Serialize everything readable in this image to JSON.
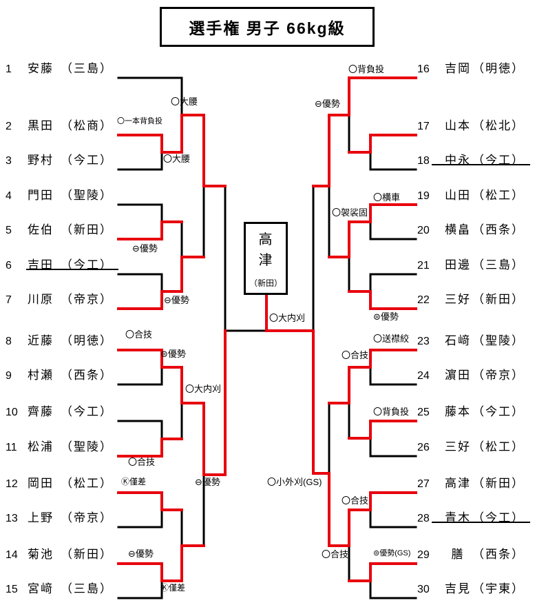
{
  "title": "選手権 男子 66kg級",
  "colors": {
    "winner_path": "#e8000d",
    "line": "#000000"
  },
  "champion": {
    "name": "高津",
    "school": "（新田）"
  },
  "entries_left": [
    {
      "no": "1",
      "name": "安藤",
      "school": "（三島）",
      "withdrawn": false,
      "first_line_red": false
    },
    {
      "no": "2",
      "name": "黒田",
      "school": "（松商）",
      "withdrawn": false,
      "first_line_red": true
    },
    {
      "no": "3",
      "name": "野村",
      "school": "（今工）",
      "withdrawn": false,
      "first_line_red": false
    },
    {
      "no": "4",
      "name": "門田",
      "school": "（聖陵）",
      "withdrawn": false,
      "first_line_red": false
    },
    {
      "no": "5",
      "name": "佐伯",
      "school": "（新田）",
      "withdrawn": false,
      "first_line_red": true
    },
    {
      "no": "6",
      "name": "吉田",
      "school": "（今工）",
      "withdrawn": true,
      "first_line_red": false
    },
    {
      "no": "7",
      "name": "川原",
      "school": "（帝京）",
      "withdrawn": false,
      "first_line_red": true
    },
    {
      "no": "8",
      "name": "近藤",
      "school": "（明徳）",
      "withdrawn": false,
      "first_line_red": true
    },
    {
      "no": "9",
      "name": "村瀬",
      "school": "（西条）",
      "withdrawn": false,
      "first_line_red": false
    },
    {
      "no": "10",
      "name": "齊藤",
      "school": "（今工）",
      "withdrawn": false,
      "first_line_red": false
    },
    {
      "no": "11",
      "name": "松浦",
      "school": "（聖陵）",
      "withdrawn": false,
      "first_line_red": true
    },
    {
      "no": "12",
      "name": "岡田",
      "school": "（松工）",
      "withdrawn": false,
      "first_line_red": true
    },
    {
      "no": "13",
      "name": "上野",
      "school": "（帝京）",
      "withdrawn": false,
      "first_line_red": false
    },
    {
      "no": "14",
      "name": "菊池",
      "school": "（新田）",
      "withdrawn": false,
      "first_line_red": true
    },
    {
      "no": "15",
      "name": "宮﨑",
      "school": "（三島）",
      "withdrawn": false,
      "first_line_red": false
    }
  ],
  "entries_right": [
    {
      "no": "16",
      "name": "吉岡",
      "school": "（明徳）",
      "withdrawn": false,
      "first_line_red": true
    },
    {
      "no": "17",
      "name": "山本",
      "school": "（松北）",
      "withdrawn": false,
      "first_line_red": true
    },
    {
      "no": "18",
      "name": "中永",
      "school": "（今工）",
      "withdrawn": true,
      "first_line_red": false
    },
    {
      "no": "19",
      "name": "山田",
      "school": "（松工）",
      "withdrawn": false,
      "first_line_red": true
    },
    {
      "no": "20",
      "name": "横畠",
      "school": "（西条）",
      "withdrawn": false,
      "first_line_red": false
    },
    {
      "no": "21",
      "name": "田邊",
      "school": "（三島）",
      "withdrawn": false,
      "first_line_red": false
    },
    {
      "no": "22",
      "name": "三好",
      "school": "（新田）",
      "withdrawn": false,
      "first_line_red": true
    },
    {
      "no": "23",
      "name": "石﨑",
      "school": "（聖陵）",
      "withdrawn": false,
      "first_line_red": true
    },
    {
      "no": "24",
      "name": "濵田",
      "school": "（帝京）",
      "withdrawn": false,
      "first_line_red": false
    },
    {
      "no": "25",
      "name": "藤本",
      "school": "（今工）",
      "withdrawn": false,
      "first_line_red": true
    },
    {
      "no": "26",
      "name": "三好",
      "school": "（松工）",
      "withdrawn": false,
      "first_line_red": false
    },
    {
      "no": "27",
      "name": "高津",
      "school": "（新田）",
      "withdrawn": false,
      "first_line_red": true
    },
    {
      "no": "28",
      "name": "青木",
      "school": "（今工）",
      "withdrawn": true,
      "first_line_red": false
    },
    {
      "no": "29",
      "name": "膳",
      "school": "（西条）",
      "withdrawn": false,
      "first_line_red": true
    },
    {
      "no": "30",
      "name": "吉見",
      "school": "（宇東）",
      "withdrawn": false,
      "first_line_red": false
    }
  ],
  "techniques": {
    "l_r1_2v3": "〇一本背負投",
    "l_r2_1": "〇大腰",
    "l_qf1": "〇大腰",
    "l_r1_4v5": "⊖優勢",
    "l_r2_47": "⊖優勢",
    "l_r1_8v9": "〇合技",
    "l_r2_811": "⊜優勢",
    "l_r1_10v11": "〇合技",
    "l_qf2": "〇大内刈",
    "l_r1_12v13": "Ⓚ僅差",
    "l_r1_14v15": "⊖優勢",
    "l_r2_1215": "Ⓚ僅差",
    "l_sf": "⊖優勢",
    "r_r2_16": "〇背負投",
    "r_qf1": "⊖優勢",
    "r_r1_19v20": "〇横車",
    "r_r2_1922": "〇袈裟固",
    "r_r1_21v22": "⊜優勢",
    "r_r1_23v24": "〇送襟絞",
    "r_r1_25v26": "〇背負投",
    "r_r2_2326": "〇合技",
    "r_r2_2730": "〇合技",
    "r_r1_29v30": "⊜優勢(GS)",
    "r_qf2": "〇合技",
    "r_sf": "〇小外刈(GS)",
    "final": "〇大内刈"
  }
}
